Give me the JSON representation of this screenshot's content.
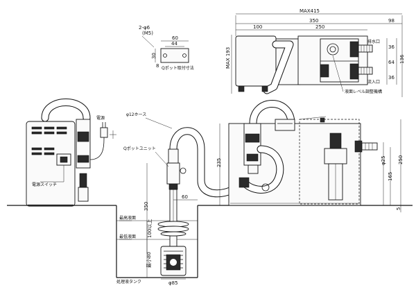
{
  "mount_plate": {
    "holes": "2-φ6",
    "screw": "(M5)",
    "dim_60": "60",
    "dim_44": "44",
    "dim_30": "30",
    "dim_8": "8",
    "caption": "Qポット取付寸法"
  },
  "top_view": {
    "max_width": "MAX415",
    "dim_350": "350",
    "dim_250": "250",
    "dim_100": "100",
    "dim_98": "98",
    "max_height": "MAX 193",
    "dim_36a": "36",
    "dim_64": "64",
    "dim_136": "136",
    "dim_36b": "36",
    "port_drain": "排水口",
    "port_inflow": "流入口",
    "level_adjuster": "液面レベル調整機構"
  },
  "side_view": {
    "hose": "φ12ホース",
    "qpot_unit": "Qポットユニット",
    "cord_label": "電源",
    "power_switch": "電源スイッチ",
    "dim_235": "235",
    "dim_350": "350",
    "dim_60": "60",
    "dim_100": "100以上",
    "dim_80": "最小80",
    "dim_85": "φ85",
    "dim_dia25": "φ25",
    "dim_165": "165",
    "dim_250": "250",
    "dim_5": "5"
  },
  "tank": {
    "max_level": "最高液面",
    "min_level": "最低液面",
    "caption": "処理液タンク"
  }
}
